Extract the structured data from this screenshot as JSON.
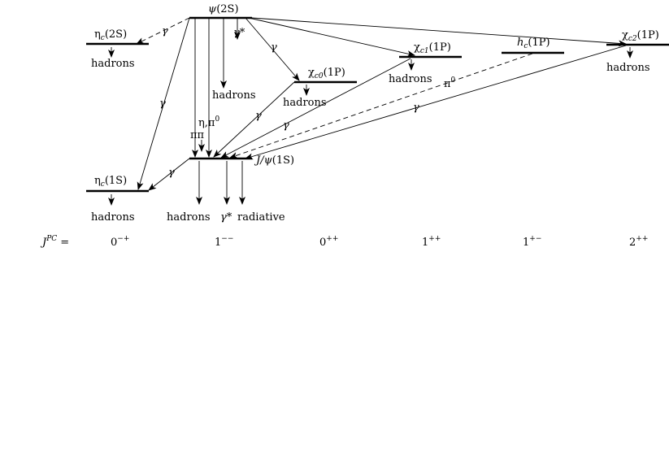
{
  "levels": {
    "psi2s": {
      "name": "ψ",
      "state": "(2S)"
    },
    "etac2s": {
      "name": "η",
      "sub": "c",
      "state": "(2S)"
    },
    "chic0": {
      "name": "χ",
      "sub": "c0",
      "state": "(1P)"
    },
    "chic1": {
      "name": "χ",
      "sub": "c1",
      "state": "(1P)"
    },
    "hc": {
      "name": "h",
      "sub": "c",
      "state": "(1P)"
    },
    "chic2": {
      "name": "χ",
      "sub": "c2",
      "state": "(1P)"
    },
    "jpsi": {
      "name": "J/ψ",
      "state": "(1S)"
    },
    "etac1s": {
      "name": "η",
      "sub": "c",
      "state": "(1S)"
    }
  },
  "decay_labels": {
    "hadrons": "hadrons",
    "gamma": "γ",
    "gamma_star": "γ*",
    "radiative": "radiative",
    "pipi": "ππ",
    "eta_pi0": "η,π",
    "pi0": "π",
    "zero_superscript": "0"
  },
  "quantum_numbers": {
    "label_main": "J",
    "label_sup": "PC",
    "label_eq": " =",
    "values": [
      "0",
      "1",
      "0",
      "1",
      "1",
      "2"
    ],
    "signs": [
      "−+",
      "−−",
      "++",
      "++",
      "+−",
      "++"
    ]
  }
}
